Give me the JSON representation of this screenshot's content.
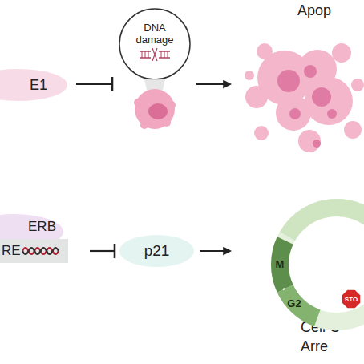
{
  "diagram": {
    "nodes": [
      {
        "text": [
          "E1"
        ]
      },
      {
        "text": [
          "DNA damage"
        ]
      },
      {
        "text": [
          "Apop"
        ]
      },
      {
        "text": [
          "ERB"
        ]
      },
      {
        "text": [
          "RE"
        ]
      },
      {
        "text": [
          "p21"
        ]
      },
      {
        "text": [
          "Cell C Arre"
        ]
      }
    ],
    "edges": [
      {
        "from": 0,
        "to": 1,
        "arrow": "to"
      },
      {
        "from": 1,
        "to": 2,
        "arrow": "to"
      },
      {
        "from": 4,
        "to": 5,
        "arrow": "to"
      },
      {
        "from": 5,
        "to": 6,
        "arrow": "to"
      }
    ],
    "labels": [
      "M",
      "G2",
      "STO"
    ]
  }
}
